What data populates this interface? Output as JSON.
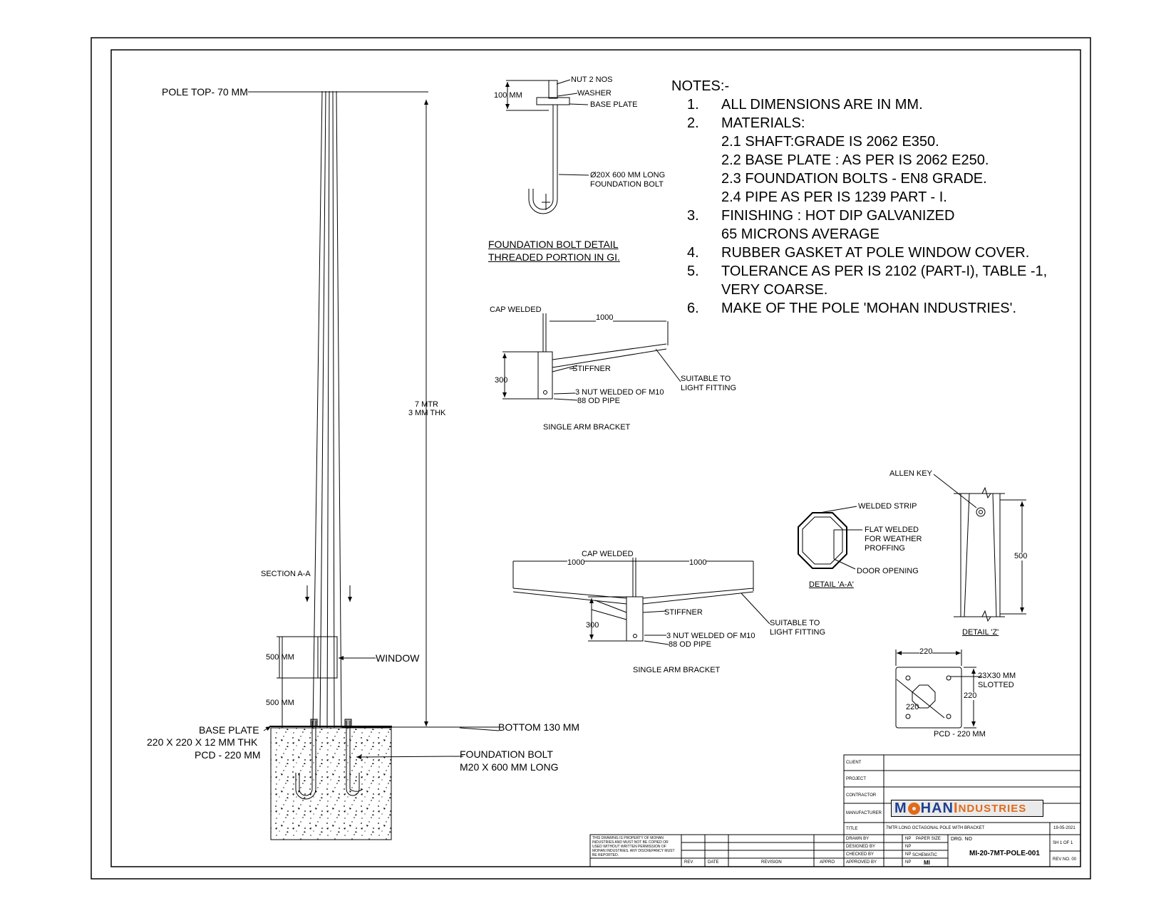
{
  "notes": {
    "heading": "NOTES:-",
    "items": [
      {
        "num": "1.",
        "text": "ALL DIMENSIONS ARE IN MM."
      },
      {
        "num": "2.",
        "text": "MATERIALS:"
      },
      {
        "num": "",
        "text": "2.1 SHAFT:GRADE IS 2062 E350."
      },
      {
        "num": "",
        "text": "2.2 BASE PLATE : AS PER IS 2062 E250."
      },
      {
        "num": "",
        "text": "2.3 FOUNDATION BOLTS - EN8 GRADE."
      },
      {
        "num": "",
        "text": "2.4 PIPE AS PER IS 1239 PART - I."
      },
      {
        "num": "3.",
        "text": "FINISHING : HOT DIP GALVANIZED"
      },
      {
        "num": "",
        "text": "65 MICRONS AVERAGE"
      },
      {
        "num": "4.",
        "text": "RUBBER GASKET AT POLE WINDOW COVER."
      },
      {
        "num": "5.",
        "text": "TOLERANCE AS PER IS 2102 (PART-I), TABLE -1,"
      },
      {
        "num": "",
        "text": "VERY COARSE."
      },
      {
        "num": "6.",
        "text": "MAKE OF THE POLE 'MOHAN INDUSTRIES'."
      }
    ]
  },
  "pole": {
    "top_label": "POLE TOP- 70 MM",
    "height_label": "7 MTR",
    "thickness_label": "3 MM THK",
    "section_label": "SECTION A-A",
    "window_label": "WINDOW",
    "window_dim": "500 MM",
    "window_offset_dim": "500 MM",
    "bottom_label": "BOTTOM 130 MM",
    "base_plate_lines": [
      "BASE PLATE",
      "220 X 220 X 12 MM THK",
      "PCD - 220 MM"
    ],
    "foundation_bolt_lines": [
      "FOUNDATION BOLT",
      "M20 X 600 MM LONG"
    ]
  },
  "bolt_detail": {
    "dim": "100 MM",
    "nut": "NUT 2 NOS",
    "washer": "WASHER",
    "base_plate": "BASE PLATE",
    "bolt_lines": [
      "Ø20X 600 MM LONG",
      "FOUNDATION BOLT"
    ],
    "title_lines": [
      "FOUNDATION BOLT DETAIL",
      "THREADED PORTION IN GI."
    ]
  },
  "single_bracket": {
    "cap": "CAP WELDED",
    "length": "1000",
    "height": "300",
    "stiffner": "STIFFNER",
    "nut": "3 NUT  WELDED  OF M10",
    "pipe": "88 OD PIPE",
    "suitable_lines": [
      "SUITABLE TO",
      "LIGHT FITTING"
    ],
    "title": "SINGLE ARM BRACKET"
  },
  "double_bracket": {
    "cap": "CAP WELDED",
    "left_length": "1000",
    "right_length": "1000",
    "height": "300",
    "stiffner": "STIFFNER",
    "nut": "3 NUT  WELDED  OF M10",
    "pipe": "88 OD PIPE",
    "suitable_lines": [
      "SUITABLE TO",
      "LIGHT FITTING"
    ],
    "title": "SINGLE ARM BRACKET"
  },
  "detail_aa": {
    "welded_strip": "WELDED STRIP",
    "flat_lines": [
      "FLAT WELDED",
      "FOR WEATHER",
      "PROFFING"
    ],
    "door": "DOOR OPENING",
    "title": "DETAIL 'A-A'"
  },
  "detail_z": {
    "allen_key": "ALLEN KEY",
    "height": "500",
    "title": "DETAIL 'Z'"
  },
  "base_plate_detail": {
    "width": "220",
    "height": "220",
    "diag": "220",
    "slot_lines": [
      "23X30 MM",
      "SLOTTED"
    ],
    "pcd": "PCD - 220 MM"
  },
  "title_block": {
    "client_label": "CLIENT",
    "project_label": "PROJECT",
    "contractor_label": "CONTRACTOR",
    "manufacturer_label": "MANUFACTURER",
    "logo_part1": "M",
    "logo_part2": "HAN ",
    "logo_part3": "I",
    "logo_part4": "NDUSTRIES",
    "title_label": "TITLE",
    "title_value": "7MTR LONG OCTAGONAL POLE WITH BRACKET",
    "date": "19-05-2021",
    "drawn_by_label": "DRAWN BY",
    "drawn_by": "NP",
    "designed_by_label": "DESIGNED BY",
    "designed_by": "NP",
    "checked_by_label": "CHECKED BY",
    "checked_by": "NP",
    "approved_by_label": "APPROVED BY",
    "approved_by": "NP",
    "paper_size": "PAPER SIZE",
    "drg_no_label": "DRG. NO",
    "drg_no": "MI-20-7MT-POLE-001",
    "scale_label": "SCHEMATIC",
    "mi": "MI",
    "sheet": "SH 1 OF 1",
    "rev_no": "REV NO. 00",
    "rev_col": "REV",
    "date_col": "DATE",
    "revision_col": "REVISION",
    "appro_col": "APPRO",
    "disclaimer": "THIS DRAWING IS PROPERTY OF MOHAN INDUSTRIES AND MUST NOT BE COPIED OR USED WITHOUT WRITTEN PERMISSION OF MOHAN INDUSTRIES. ANY DISCREPANCY MUST BE REPORTED."
  }
}
